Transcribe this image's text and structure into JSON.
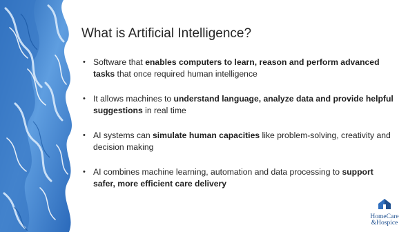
{
  "slide": {
    "title": "What is Artificial Intelligence?",
    "bullets": [
      {
        "segments": [
          {
            "text": "Software that ",
            "bold": false
          },
          {
            "text": "enables computers to learn, reason and perform advanced tasks",
            "bold": true
          },
          {
            "text": " that once required human intelligence",
            "bold": false
          }
        ]
      },
      {
        "segments": [
          {
            "text": "It allows machines to ",
            "bold": false
          },
          {
            "text": "understand language, analyze data and provide helpful suggestions",
            "bold": true
          },
          {
            "text": " in real time",
            "bold": false
          }
        ]
      },
      {
        "segments": [
          {
            "text": "AI systems can ",
            "bold": false
          },
          {
            "text": "simulate human capacities",
            "bold": true
          },
          {
            "text": " like problem-solving, creativity and decision making",
            "bold": false
          }
        ]
      },
      {
        "segments": [
          {
            "text": "AI combines machine learning, automation and data processing to ",
            "bold": false
          },
          {
            "text": "support safer, more efficient care delivery",
            "bold": true
          }
        ]
      }
    ]
  },
  "logo": {
    "line1": "HomeCare",
    "line2": "&Hospice",
    "icon": "house-icon"
  },
  "colors": {
    "water_dark": "#2f6fbf",
    "water_mid": "#7fb2e8",
    "water_light": "#d3e7fb",
    "text": "#262626",
    "logo_blue": "#1e4f8f"
  },
  "bullet_glyph": "•"
}
